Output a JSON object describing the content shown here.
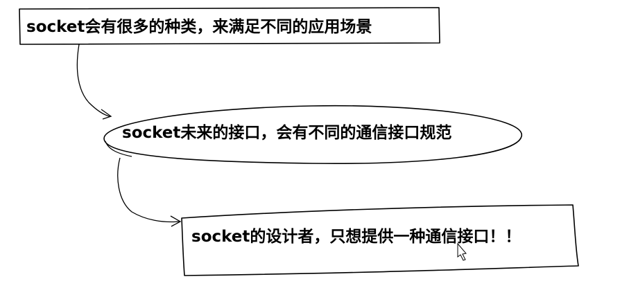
{
  "diagram": {
    "notes": [
      {
        "text": "socket会有很多的种类，来满足不同的应用场景"
      },
      {
        "text": "socket未来的接口，会有不同的通信接口规范"
      },
      {
        "text": "socket的设计者，只想提供一种通信接口！！"
      }
    ],
    "colors": {
      "ink": "#000000",
      "background": "#ffffff"
    }
  }
}
